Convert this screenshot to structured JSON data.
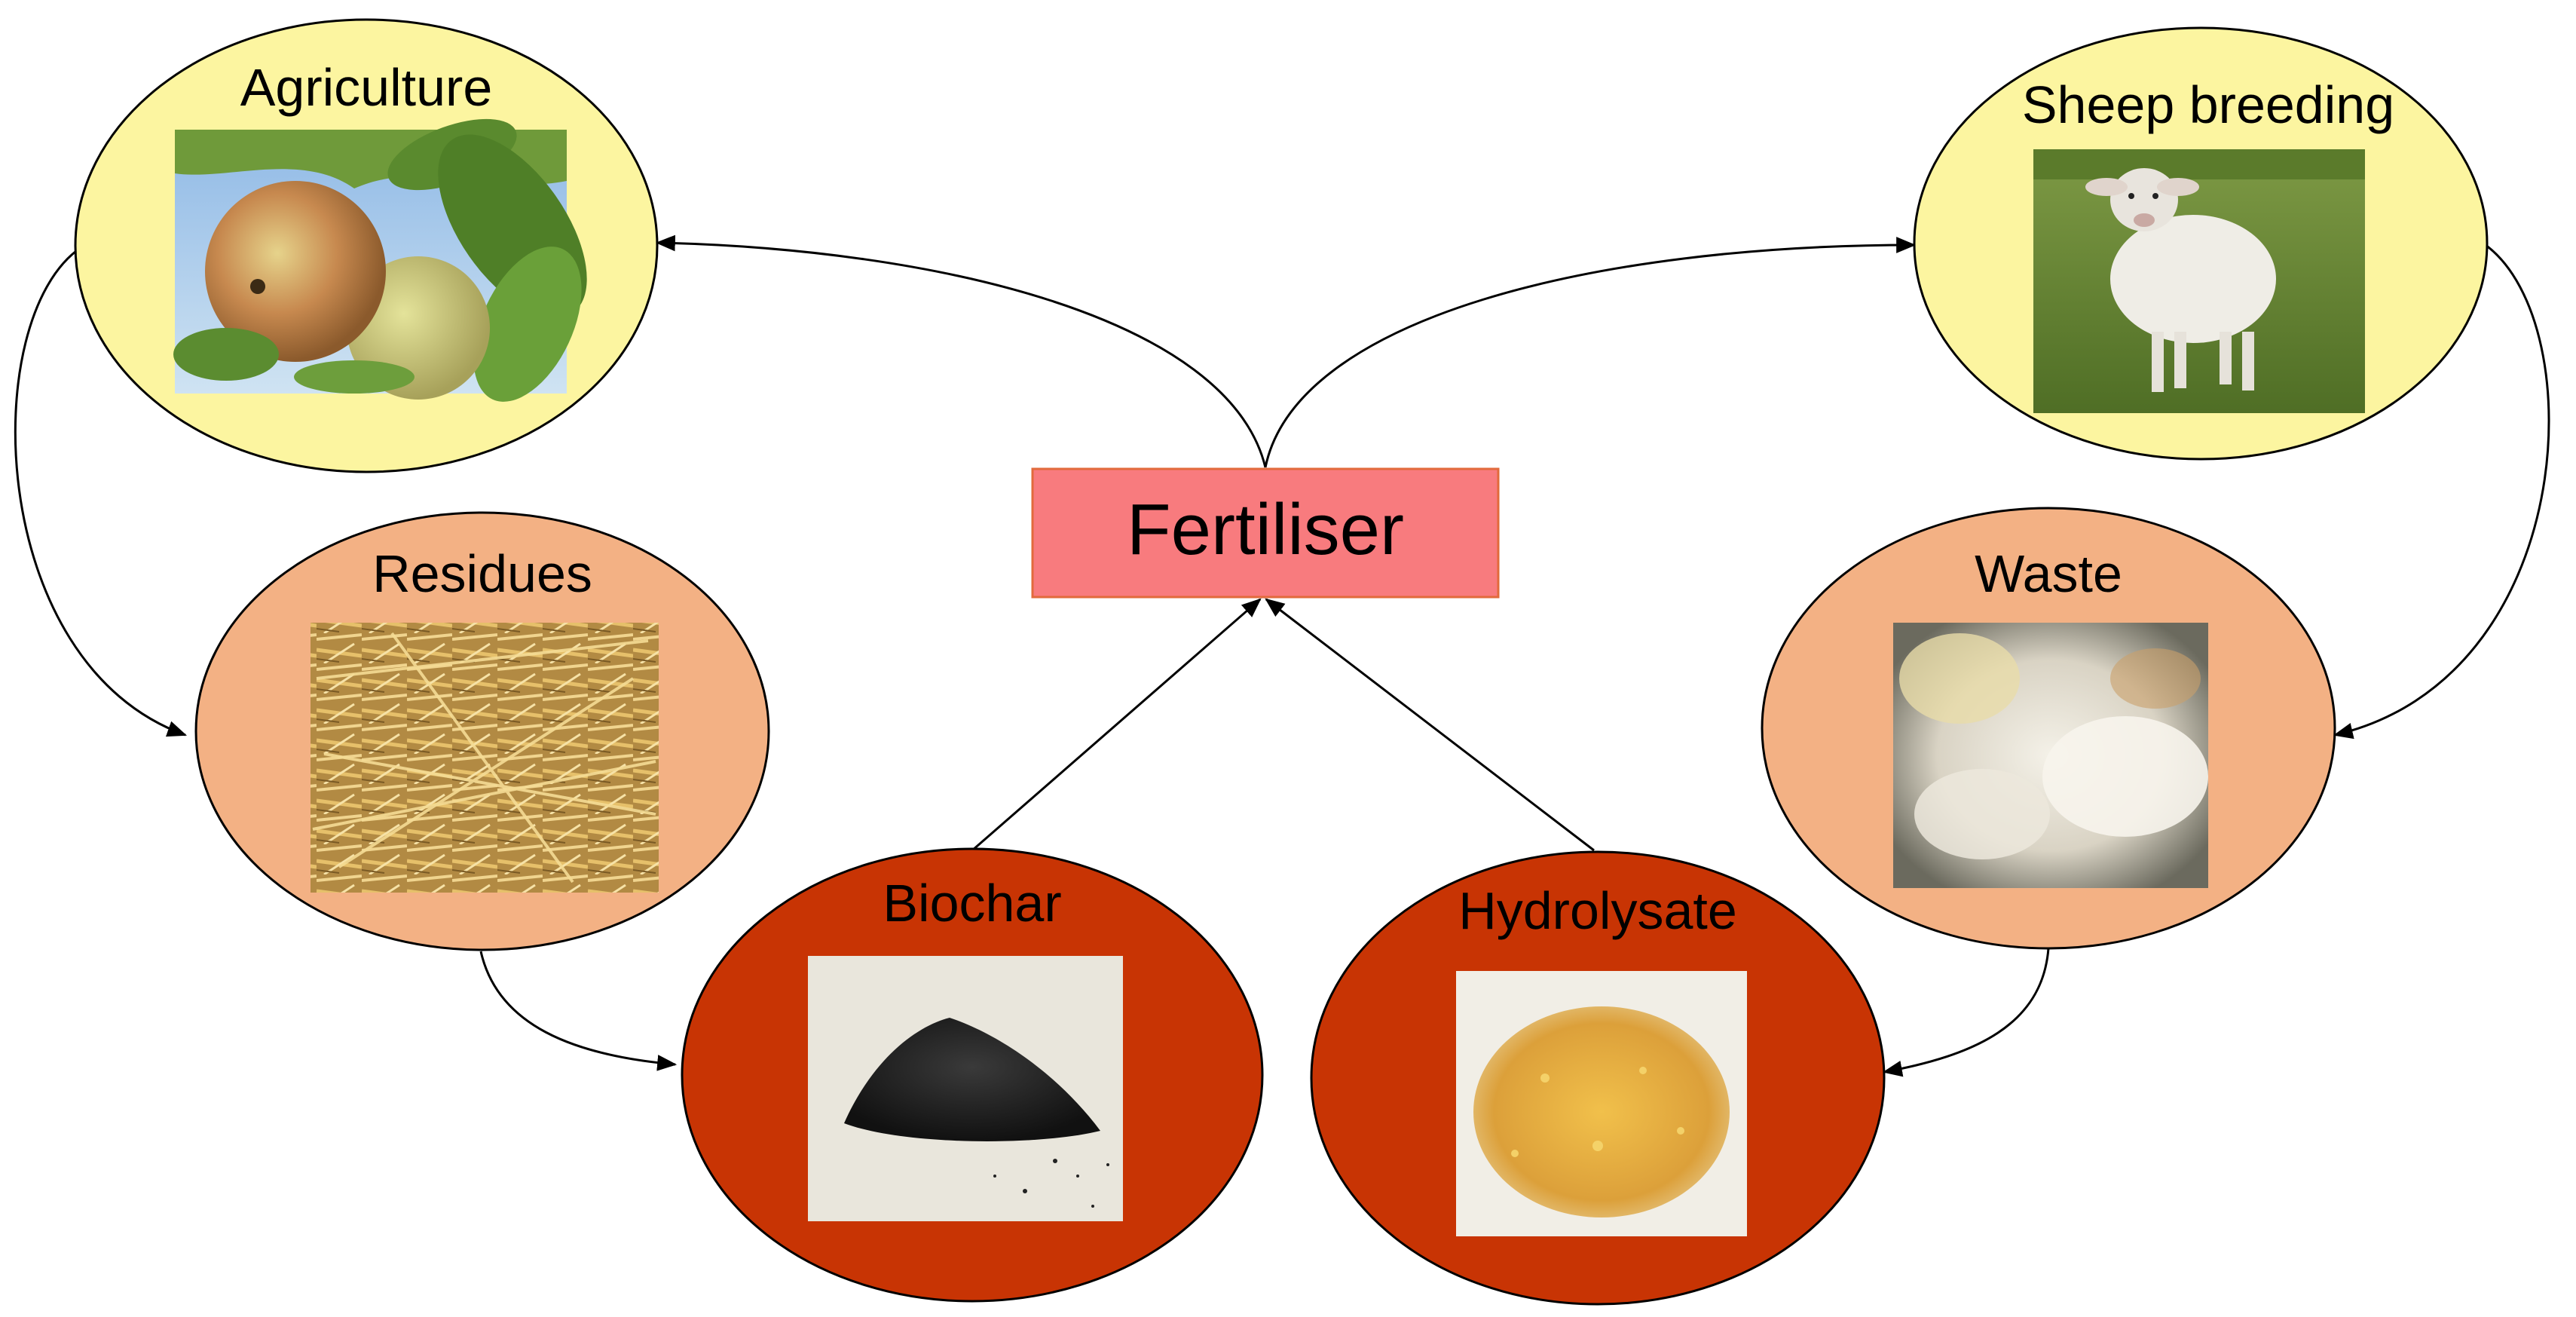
{
  "center": {
    "label": "Fertiliser",
    "fill": "#f87b7e",
    "stroke": "#e26a3c"
  },
  "nodes": {
    "agriculture": {
      "label": "Agriculture",
      "fill": "#fcf5a0"
    },
    "sheep": {
      "label": "Sheep breeding",
      "fill": "#fcf5a0"
    },
    "residues": {
      "label": "Residues",
      "fill": "#f3b184"
    },
    "waste": {
      "label": "Waste",
      "fill": "#f3b184"
    },
    "biochar": {
      "label": "Biochar",
      "fill": "#c83404"
    },
    "hydrolysate": {
      "label": "Hydrolysate",
      "fill": "#c83404"
    }
  },
  "photos": {
    "agriculture": "apple-photo",
    "sheep": "sheep-photo",
    "residues": "straw-photo",
    "waste": "wool-photo",
    "biochar": "biochar-powder-photo",
    "hydrolysate": "hydrolysate-powder-photo"
  },
  "colors": {
    "arrow": "#000000",
    "ellipse_stroke": "#000000"
  }
}
